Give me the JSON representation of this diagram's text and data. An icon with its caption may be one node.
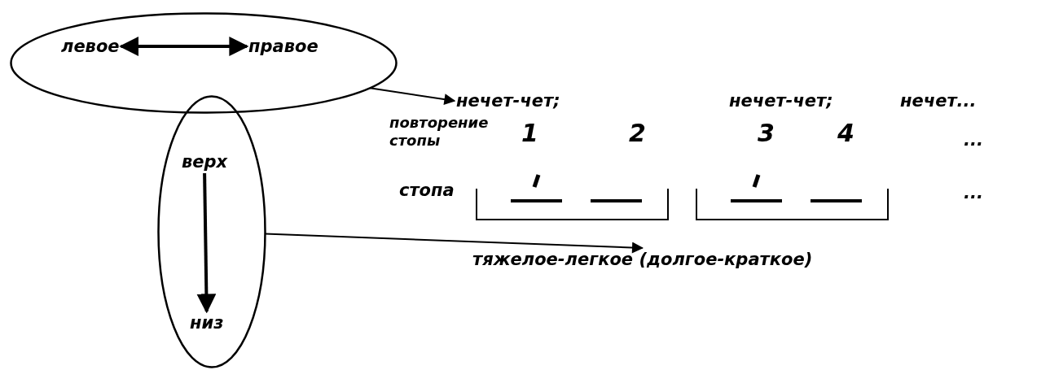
{
  "diagram": {
    "nodes": [
      {
        "text": [],
        "shape": "ellipse"
      },
      {
        "text": [
          "левое"
        ],
        "in": 0
      },
      {
        "text": [
          "правое"
        ],
        "in": 0
      },
      {
        "text": [
          "нечет-чет;"
        ]
      },
      {
        "text": [],
        "shape": "ellipse"
      },
      {
        "text": [
          "верх"
        ],
        "in": 4
      },
      {
        "text": [
          "низ"
        ],
        "in": 4
      },
      {
        "text": [
          "тяжелое-легкое (долгое-краткое)"
        ]
      }
    ],
    "edges": [
      {
        "from": 1,
        "to": 2,
        "arrow": "both",
        "style": "thick"
      },
      {
        "from": 0,
        "to": 3,
        "arrow": "to"
      },
      {
        "from": 5,
        "to": 6,
        "arrow": "to",
        "style": "thick"
      },
      {
        "from": 4,
        "to": 7,
        "arrow": "to"
      }
    ],
    "labels": [
      "нечет-чет;",
      "нечет...",
      "повторение стопы",
      "1",
      "2",
      "3",
      "4",
      "...",
      "стопа",
      "..."
    ]
  }
}
